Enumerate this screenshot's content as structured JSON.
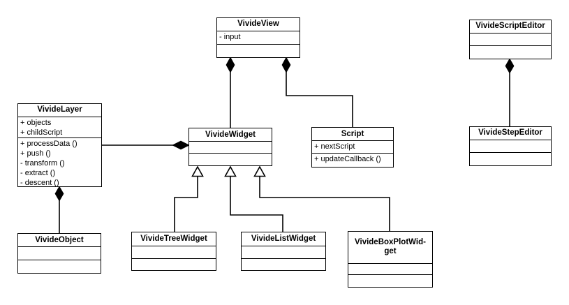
{
  "classes": {
    "vivide_view": {
      "name": "VivideView",
      "attributes": [
        "- input"
      ],
      "methods": []
    },
    "vivide_script_editor": {
      "name": "VivideScriptEditor",
      "attributes": [],
      "methods": []
    },
    "vivide_layer": {
      "name": "VivideLayer",
      "attributes": [
        "+ objects",
        "+ childScript"
      ],
      "methods": [
        "+ processData ()",
        "+ push ()",
        "- transform ()",
        "- extract ()",
        "- descent ()"
      ]
    },
    "vivide_widget": {
      "name": "VivideWidget",
      "attributes": [],
      "methods": []
    },
    "script": {
      "name": "Script",
      "attributes": [
        "+ nextScript"
      ],
      "methods": [
        "+ updateCallback ()"
      ]
    },
    "vivide_step_editor": {
      "name": "VivideStepEditor",
      "attributes": [],
      "methods": []
    },
    "vivide_object": {
      "name": "VivideObject",
      "attributes": [],
      "methods": []
    },
    "vivide_tree_widget": {
      "name": "VivideTreeWidget",
      "attributes": [],
      "methods": []
    },
    "vivide_list_widget": {
      "name": "VivideListWidget",
      "attributes": [],
      "methods": []
    },
    "vivide_box_plot_widget": {
      "name": "VivideBoxPlotWid-get",
      "attributes": [],
      "methods": []
    }
  },
  "colors": {
    "line": "#000000",
    "background": "#ffffff"
  }
}
